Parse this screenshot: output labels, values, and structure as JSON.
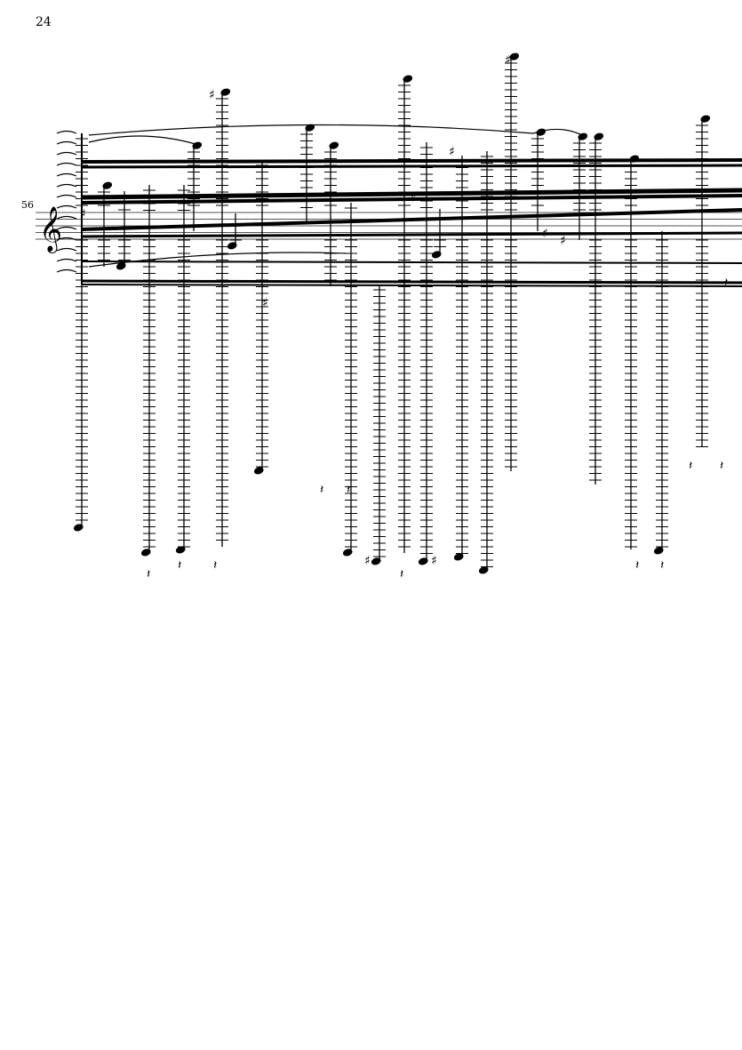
{
  "page": {
    "number": "24"
  },
  "system": {
    "measure_number": "56",
    "clef": "treble-clef"
  },
  "colors": {
    "ink": "#000000",
    "staff": "#555555"
  }
}
